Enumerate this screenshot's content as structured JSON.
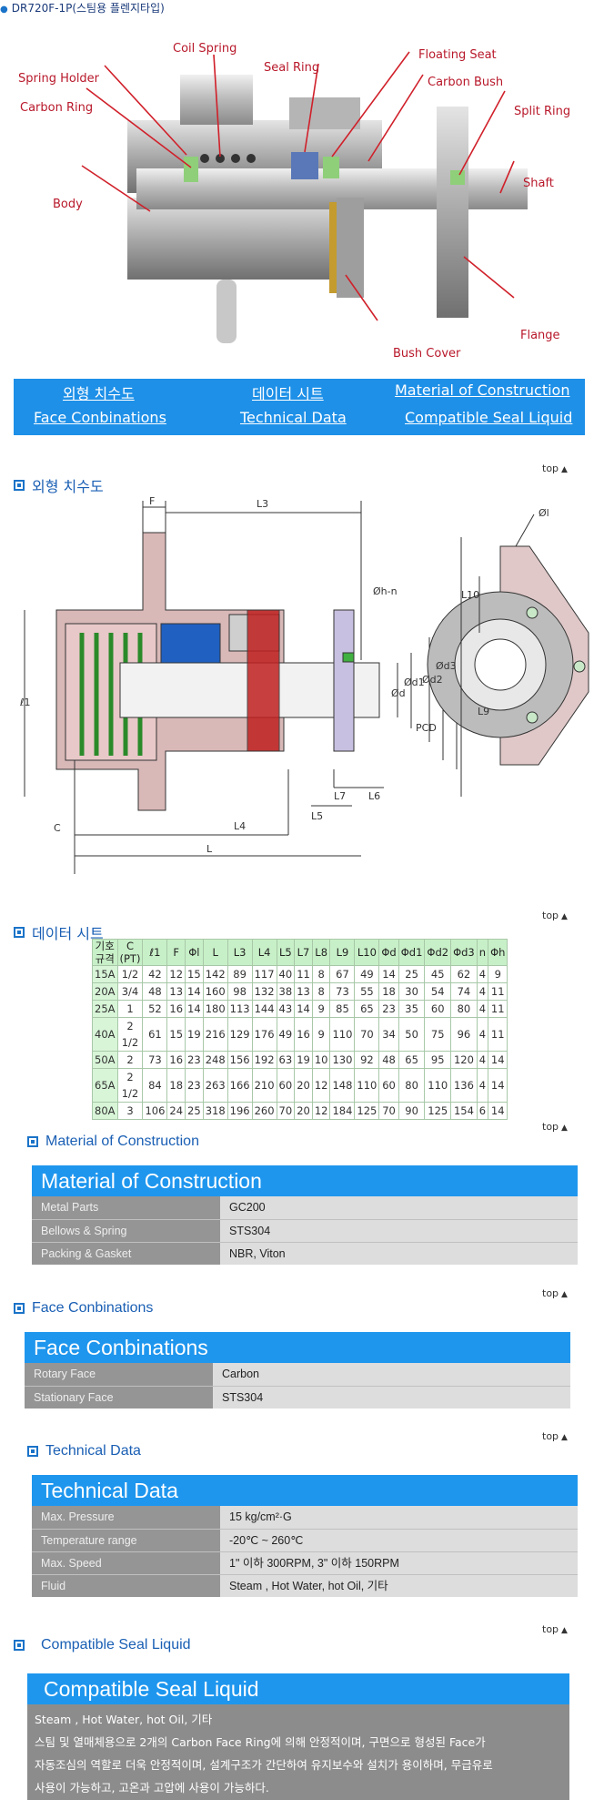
{
  "page_title": "DR720F-1P(스팀용 플렌지타입)",
  "diagram1_labels": {
    "coil_spring": "Coil Spring",
    "spring_holder": "Spring Holder",
    "seal_ring": "Seal Ring",
    "floating_seat": "Floating Seat",
    "carbon_ring": "Carbon Ring",
    "carbon_bush": "Carbon Bush",
    "split_ring": "Split Ring",
    "shaft": "Shaft",
    "body": "Body",
    "bush_cover": "Bush Cover",
    "flange": "Flange"
  },
  "nav": {
    "dimension": "외형 치수도",
    "datasheet": "데이터 시트",
    "material": "Material of Construction",
    "face": "Face Conbinations",
    "technical": "Technical Data",
    "seal_liquid": "Compatible Seal Liquid"
  },
  "top_label": "top",
  "sections": {
    "dimension": "외형 치수도",
    "datasheet": "데이터 시트",
    "material": "Material of Construction",
    "face": "Face Conbinations",
    "technical": "Technical Data",
    "seal_liquid": "Compatible Seal Liquid"
  },
  "diagram2_labels": {
    "F": "F",
    "L3": "L3",
    "phi_l": "Øl",
    "phi_h_n": "Øh-n",
    "L10": "L10",
    "L9": "L9",
    "l1": "ℓ1",
    "C": "C",
    "L7": "L7",
    "L6": "L6",
    "L5": "L5",
    "L4": "L4",
    "L": "L",
    "phi_d": "Ød",
    "phi_d1": "Ød1",
    "PCD": "PCD",
    "phi_d2": "Ød2",
    "phi_d3": "Ød3"
  },
  "spec_table": {
    "headers": [
      "기호\n규격",
      "C\n(PT)",
      "ℓ1",
      "F",
      "Φl",
      "L",
      "L3",
      "L4",
      "L5",
      "L7",
      "L8",
      "L9",
      "L10",
      "Φd",
      "Φd1",
      "Φd2",
      "Φd3",
      "n",
      "Φh"
    ],
    "rows": [
      [
        "15A",
        "1/2",
        "42",
        "12",
        "15",
        "142",
        "89",
        "117",
        "40",
        "11",
        "8",
        "67",
        "49",
        "14",
        "25",
        "45",
        "62",
        "4",
        "9"
      ],
      [
        "20A",
        "3/4",
        "48",
        "13",
        "14",
        "160",
        "98",
        "132",
        "38",
        "13",
        "8",
        "73",
        "55",
        "18",
        "30",
        "54",
        "74",
        "4",
        "11"
      ],
      [
        "25A",
        "1",
        "52",
        "16",
        "14",
        "180",
        "113",
        "144",
        "43",
        "14",
        "9",
        "85",
        "65",
        "23",
        "35",
        "60",
        "80",
        "4",
        "11"
      ],
      [
        "40A",
        "2 1/2",
        "61",
        "15",
        "19",
        "216",
        "129",
        "176",
        "49",
        "16",
        "9",
        "110",
        "70",
        "34",
        "50",
        "75",
        "96",
        "4",
        "11"
      ],
      [
        "50A",
        "2",
        "73",
        "16",
        "23",
        "248",
        "156",
        "192",
        "63",
        "19",
        "10",
        "130",
        "92",
        "48",
        "65",
        "95",
        "120",
        "4",
        "14"
      ],
      [
        "65A",
        "2 1/2",
        "84",
        "18",
        "23",
        "263",
        "166",
        "210",
        "60",
        "20",
        "12",
        "148",
        "110",
        "60",
        "80",
        "110",
        "136",
        "4",
        "14"
      ],
      [
        "80A",
        "3",
        "106",
        "24",
        "25",
        "318",
        "196",
        "260",
        "70",
        "20",
        "12",
        "184",
        "125",
        "70",
        "90",
        "125",
        "154",
        "6",
        "14"
      ]
    ]
  },
  "material": {
    "title": "Material of Construction",
    "rows": [
      {
        "k": "Metal Parts",
        "v": "GC200"
      },
      {
        "k": "Bellows & Spring",
        "v": "STS304"
      },
      {
        "k": "Packing & Gasket",
        "v": "NBR, Viton"
      }
    ]
  },
  "face": {
    "title": "Face Conbinations",
    "rows": [
      {
        "k": "Rotary Face",
        "v": "Carbon"
      },
      {
        "k": "Stationary Face",
        "v": "STS304"
      }
    ]
  },
  "technical": {
    "title": "Technical Data",
    "rows": [
      {
        "k": "Max. Pressure",
        "v": "15 kg/cm²·G"
      },
      {
        "k": "Temperature range",
        "v": "-20℃ ~ 260℃"
      },
      {
        "k": "Max. Speed",
        "v": "1\" 이하 300RPM,  3\" 이하 150RPM"
      },
      {
        "k": "Fluid",
        "v": "Steam , Hot Water, hot Oil, 기타"
      }
    ]
  },
  "seal_liquid": {
    "title": "Compatible Seal Liquid",
    "lines": [
      "Steam , Hot Water, hot Oil, 기타",
      "스팀 및 열매체용으로 2개의 Carbon Face Ring에 의해 안정적이며, 구면으로 형성된 Face가",
      "자동조심의 역할로 더욱 안정적이며, 설계구조가 간단하여 유지보수와 설치가 용이하며, 무급유로",
      "사용이 가능하고, 고온과 고압에 사용이 가능하다."
    ]
  }
}
